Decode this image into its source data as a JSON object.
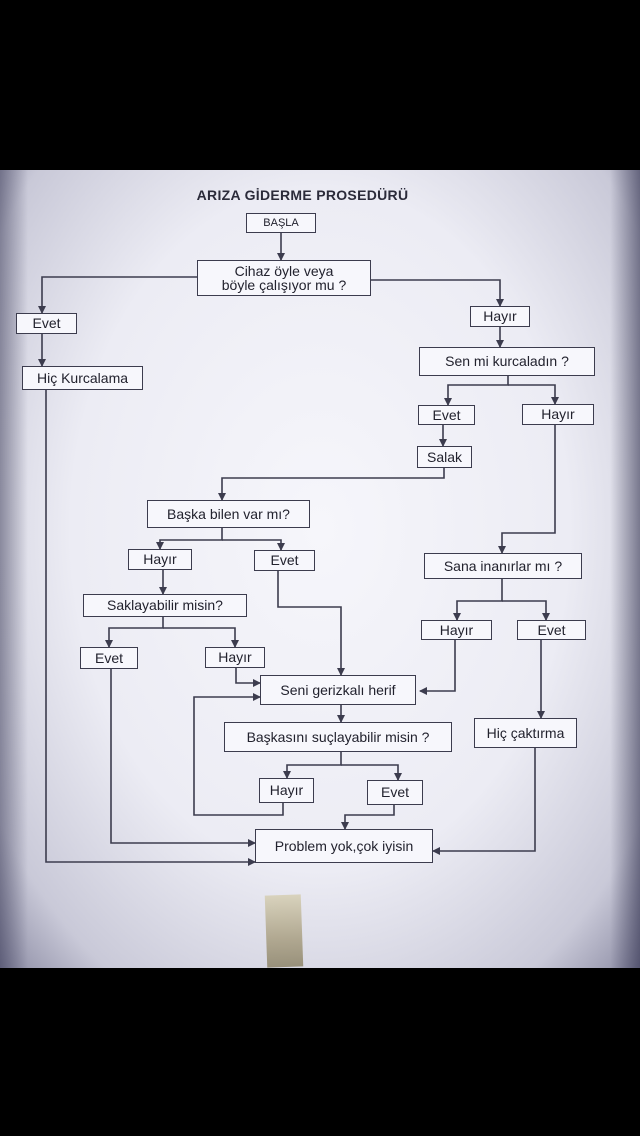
{
  "title": "ARIZA GİDERME PROSEDÜRÜ",
  "nodes": {
    "basla": "BAŞLA",
    "q_calisiyor": "Cihaz öyle veya böyle çalışıyor mu ?",
    "evet_1": "Evet",
    "hayir_1": "Hayır",
    "hic_kurcalama": "Hiç Kurcalama",
    "q_kurcaladin": "Sen mi kurcaladın ?",
    "evet_2": "Evet",
    "hayir_2": "Hayır",
    "salak": "Salak",
    "q_baska_bilen": "Başka bilen var mı?",
    "hayir_3": "Hayır",
    "evet_3": "Evet",
    "q_saklayabilir": "Saklayabilir misin?",
    "evet_4": "Evet",
    "hayir_4": "Hayır",
    "q_inanirlar": "Sana inanırlar mı ?",
    "hayir_5": "Hayır",
    "evet_5": "Evet",
    "gerizkali": "Seni gerizkalı herif",
    "hic_caktirma": "Hiç çaktırma",
    "q_suclayabilir": "Başkasını suçlayabilir misin ?",
    "hayir_6": "Hayır",
    "evet_6": "Evet",
    "problem_yok": "Problem yok,çok iyisin"
  },
  "colors": {
    "line": "#3c3c4e",
    "box_fill": "#f7f7fc",
    "text": "#22222e"
  }
}
